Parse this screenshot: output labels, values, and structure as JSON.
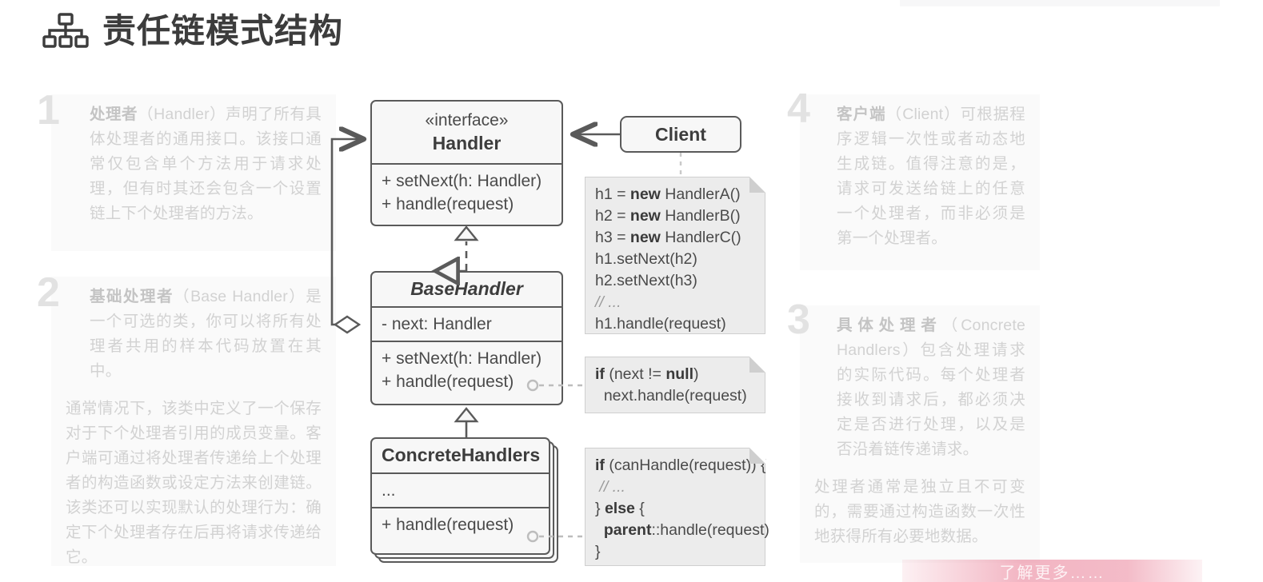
{
  "header": {
    "title": "责任链模式结构",
    "icon": "org-chart-icon"
  },
  "notes_panels": [
    {
      "number": "1",
      "paragraphs": [
        "处理者（Handler）声明了所有具体处理者的通用接口。该接口通常仅包含单个方法用于请求处理，但有时其还会包含一个设置链上下个处理者的方法。"
      ],
      "lead": "处理者"
    },
    {
      "number": "2",
      "paragraphs": [
        "基础处理者（Base Handler）是一个可选的类，你可以将所有处理者共用的样本代码放置在其中。",
        "通常情况下，该类中定义了一个保存对于下个处理者引用的成员变量。客户端可通过将处理者传递给上个处理者的构造函数或设定方法来创建链。该类还可以实现默认的处理行为：确定下个处理者存在后再将请求传递给它。"
      ],
      "lead": "基础处理者"
    },
    {
      "number": "3",
      "paragraphs": [
        "具体处理者（Concrete Handlers）包含处理请求的实际代码。每个处理者接收到请求后，都必须决定是否进行处理，以及是否沿着链传递请求。",
        "处理者通常是独立且不可变的，需要通过构造函数一次性地获得所有必要地数据。"
      ],
      "lead": "具体处理者"
    },
    {
      "number": "4",
      "paragraphs": [
        "客户端（Client）可根据程序逻辑一次性或者动态地生成链。值得注意的是，请求可发送给链上的任意一个处理者，而非必须是第一个处理者。"
      ],
      "lead": "客户端"
    }
  ],
  "diagram": {
    "classes": {
      "handler": {
        "stereotype": "«interface»",
        "name": "Handler",
        "methods": [
          "+ setNext(h: Handler)",
          "+ handle(request)"
        ]
      },
      "base_handler": {
        "name": "BaseHandler",
        "abstract": true,
        "fields": [
          "- next: Handler"
        ],
        "methods": [
          "+ setNext(h: Handler)",
          "+ handle(request)"
        ]
      },
      "concrete_handlers": {
        "name": "ConcreteHandlers",
        "fields": [
          "..."
        ],
        "methods": [
          "+ handle(request)"
        ]
      },
      "client": {
        "name": "Client"
      }
    },
    "notes": {
      "client_code": [
        {
          "plain": "h1 = ",
          "kw": "new",
          "tail": " HandlerA()"
        },
        {
          "plain": "h2 = ",
          "kw": "new",
          "tail": " HandlerB()"
        },
        {
          "plain": "h3 = ",
          "kw": "new",
          "tail": " HandlerC()"
        },
        {
          "plain": "h1.setNext(h2)",
          "kw": "",
          "tail": ""
        },
        {
          "plain": "h2.setNext(h3)",
          "kw": "",
          "tail": ""
        },
        {
          "comment": "// ..."
        },
        {
          "plain": "h1.handle(request)",
          "kw": "",
          "tail": ""
        }
      ],
      "next_check": [
        {
          "kw": "if",
          "plain": " (next != ",
          "kw2": "null",
          "tail": ")"
        },
        {
          "plain": "  next.handle(request)"
        }
      ],
      "handle_impl": [
        {
          "kw": "if",
          "plain": " (canHandle(request)) {"
        },
        {
          "comment": " // ..."
        },
        {
          "plain": "} ",
          "kw": "else",
          "tail": " {"
        },
        {
          "indent": " ",
          "kw": "parent",
          "tail": "::handle(request)"
        },
        {
          "plain": "}"
        }
      ]
    },
    "relations": [
      {
        "from": "BaseHandler",
        "to": "Handler",
        "type": "aggregation"
      },
      {
        "from": "BaseHandler",
        "to": "Handler",
        "type": "realization"
      },
      {
        "from": "ConcreteHandlers",
        "to": "BaseHandler",
        "type": "inheritance"
      },
      {
        "from": "Client",
        "to": "Handler",
        "type": "dependency-arrow"
      }
    ]
  },
  "watermark": {
    "text": "了解更多……"
  },
  "colors": {
    "title": "#3c3c3c",
    "panel_bg": "#fafafa",
    "panel_text": "#d2d2d2",
    "panel_number": "#e2e2e2",
    "uml_border": "#5a5a5a",
    "uml_fill": "#f7f7f7",
    "note_bg": "#ececec",
    "watermark_accent": "#e87891"
  }
}
